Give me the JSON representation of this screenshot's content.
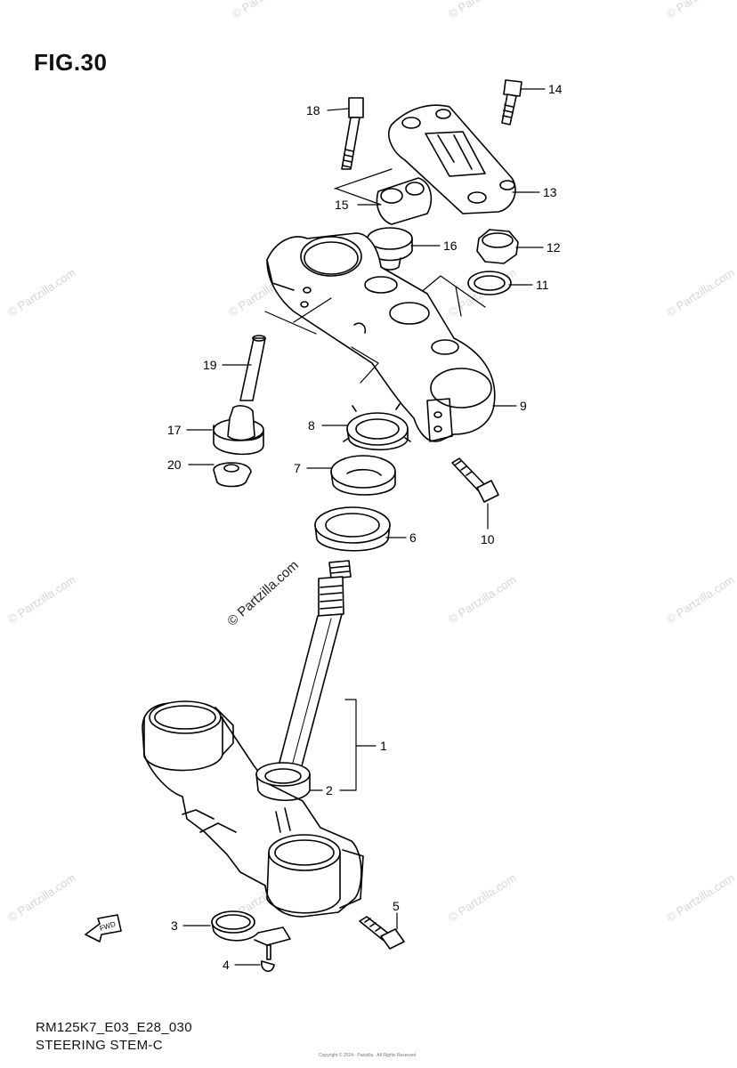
{
  "figure": {
    "title": "FIG.30",
    "model_code": "RM125K7_E03_E28_030",
    "caption": "STEERING STEM-C"
  },
  "watermark": "© Partzilla.com",
  "copyright_note": "Copyright © 2024 · Partzilla · All Rights Reserved",
  "fwd_label": "FWD",
  "callouts": [
    {
      "number": "1"
    },
    {
      "number": "2"
    },
    {
      "number": "3"
    },
    {
      "number": "4"
    },
    {
      "number": "5"
    },
    {
      "number": "6"
    },
    {
      "number": "7"
    },
    {
      "number": "8"
    },
    {
      "number": "9"
    },
    {
      "number": "10"
    },
    {
      "number": "11"
    },
    {
      "number": "12"
    },
    {
      "number": "13"
    },
    {
      "number": "14"
    },
    {
      "number": "15"
    },
    {
      "number": "16"
    },
    {
      "number": "17"
    },
    {
      "number": "18"
    },
    {
      "number": "19"
    },
    {
      "number": "20"
    }
  ],
  "colors": {
    "line": "#000000",
    "watermark": "#d6d6d6",
    "background": "#ffffff"
  }
}
